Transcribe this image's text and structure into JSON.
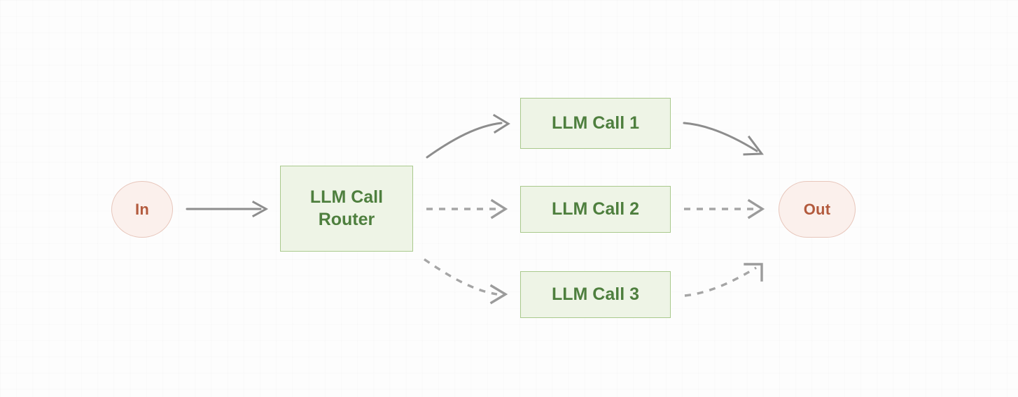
{
  "diagram": {
    "type": "routing-workflow",
    "background_color": "#fdfdfd",
    "palette": {
      "process_fill": "#eef4e6",
      "process_border": "#a9c98c",
      "process_text": "#4e7f3e",
      "terminal_fill": "#fbf0ec",
      "terminal_border": "#e7c6bb",
      "terminal_text": "#b35a3d",
      "edge_solid": "#8d8d8d",
      "edge_dashed": "#a5a5a5"
    },
    "nodes": {
      "input": {
        "label": "In",
        "shape": "circle"
      },
      "router": {
        "label_line1": "LLM Call",
        "label_line2": "Router",
        "shape": "rect"
      },
      "call1": {
        "label": "LLM Call 1",
        "shape": "rect"
      },
      "call2": {
        "label": "LLM Call 2",
        "shape": "rect"
      },
      "call3": {
        "label": "LLM Call 3",
        "shape": "rect"
      },
      "output": {
        "label": "Out",
        "shape": "stadium"
      }
    },
    "edges": [
      {
        "from": "In",
        "to": "LLM Call Router",
        "style": "solid",
        "shape": "straight"
      },
      {
        "from": "LLM Call Router",
        "to": "LLM Call 1",
        "style": "solid",
        "shape": "curve-up"
      },
      {
        "from": "LLM Call Router",
        "to": "LLM Call 2",
        "style": "dashed",
        "shape": "straight"
      },
      {
        "from": "LLM Call Router",
        "to": "LLM Call 3",
        "style": "dashed",
        "shape": "curve-down"
      },
      {
        "from": "LLM Call 1",
        "to": "Out",
        "style": "solid",
        "shape": "curve-down"
      },
      {
        "from": "LLM Call 2",
        "to": "Out",
        "style": "dashed",
        "shape": "straight"
      },
      {
        "from": "LLM Call 3",
        "to": "Out",
        "style": "dashed",
        "shape": "curve-up"
      }
    ]
  }
}
